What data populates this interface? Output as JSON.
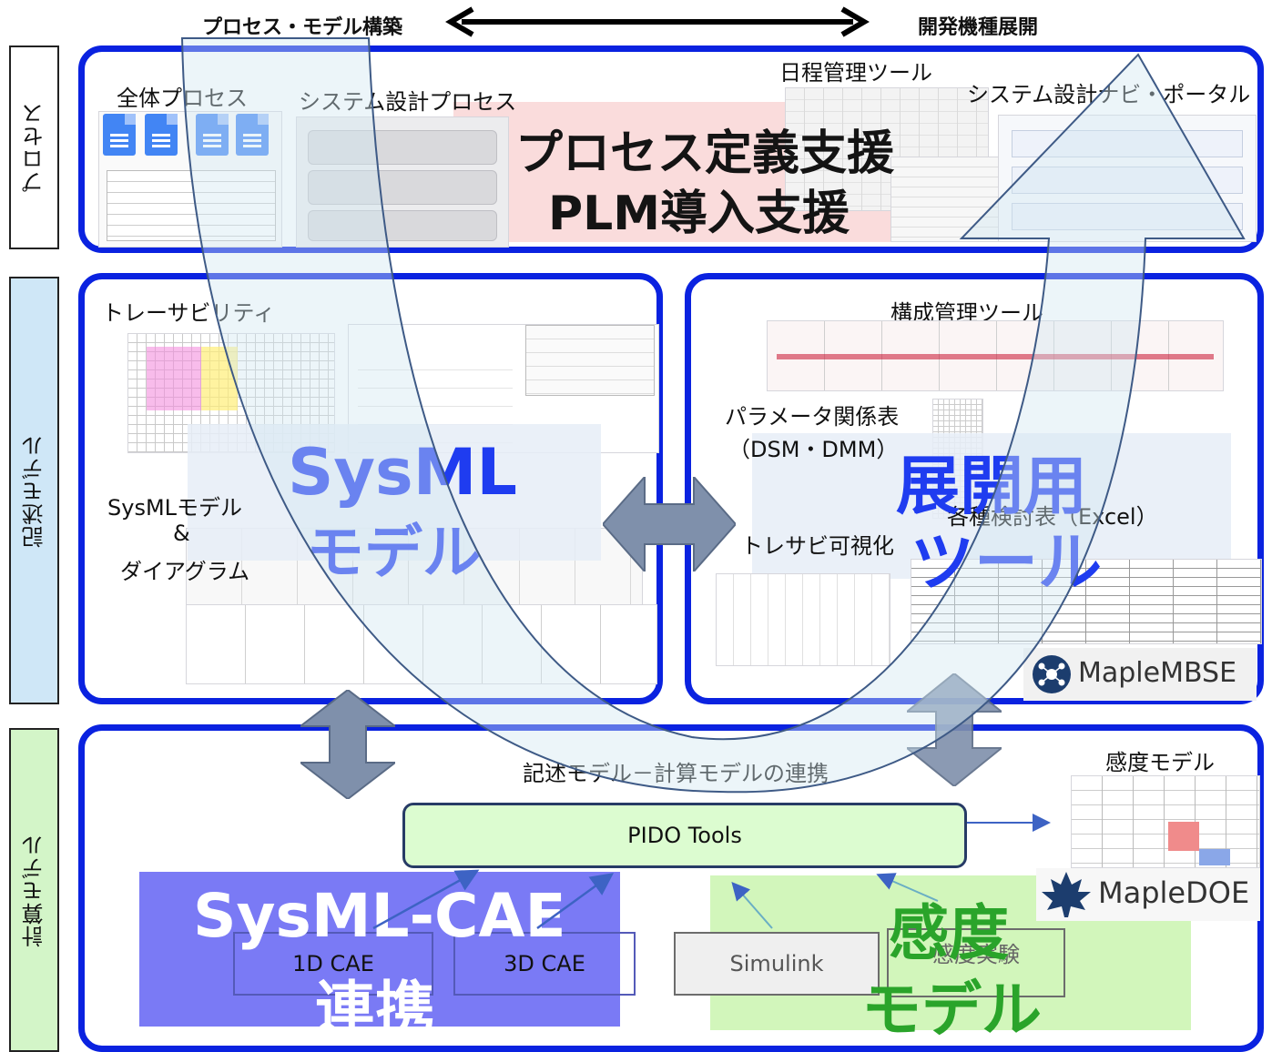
{
  "header": {
    "left": "プロセス・モデル構築",
    "right": "開発機種展開"
  },
  "sidebar": {
    "process": "プロセス",
    "descriptive": "記述モデル",
    "computational": "計算モデル"
  },
  "process_panel": {
    "overall_process": "全体プロセス",
    "system_design_process": "システム設計プロセス",
    "schedule_tool": "日程管理ツール",
    "navi_portal": "システム設計ナビ・ポータル",
    "headline_1": "プロセス定義支援",
    "headline_2": "PLM導入支援"
  },
  "sysml_panel": {
    "traceability": "トレーサビリティ",
    "sysml_model": "SysMLモデル",
    "ampersand": "&",
    "diagram": "ダイアグラム",
    "headline_1": "SysML",
    "headline_2": "モデル"
  },
  "tools_panel": {
    "config_tool": "構成管理ツール",
    "param_table": "パラメータ関係表",
    "dsm_dmm": "（DSM・DMM）",
    "sheets": "各種検討表（Excel）",
    "trace_viz": "トレサビ可視化",
    "headline_1": "展開用",
    "headline_2": "ツール",
    "brand": "MapleMBSE"
  },
  "calc_panel": {
    "link_label": "記述モデル－計算モデルの連携",
    "pido": "PIDO Tools",
    "cae1d": "1D CAE",
    "cae3d": "3D CAE",
    "simulink": "Simulink",
    "experiment": "感度実験",
    "sensitivity_model": "感度モデル",
    "brand": "MapleDOE",
    "headline_cae_1": "SysML-CAE",
    "headline_cae_2": "連携",
    "headline_sens_1": "感度",
    "headline_sens_2": "モデル"
  },
  "colors": {
    "panel_border": "#0a22e0",
    "arrow_fill": "#7f90ab",
    "sysml_text": "#1f3cf0",
    "cae_block": "#7a7af5",
    "sens_block": "#cdf5b4",
    "sens_text": "#2aa42a",
    "pido_fill": "#dcfcd0",
    "process_pink": "#f9d3d3"
  },
  "icons": [
    "google-doc-icon",
    "maplembse-logo-icon",
    "mapledoe-leaf-icon",
    "double-arrow-icon"
  ]
}
